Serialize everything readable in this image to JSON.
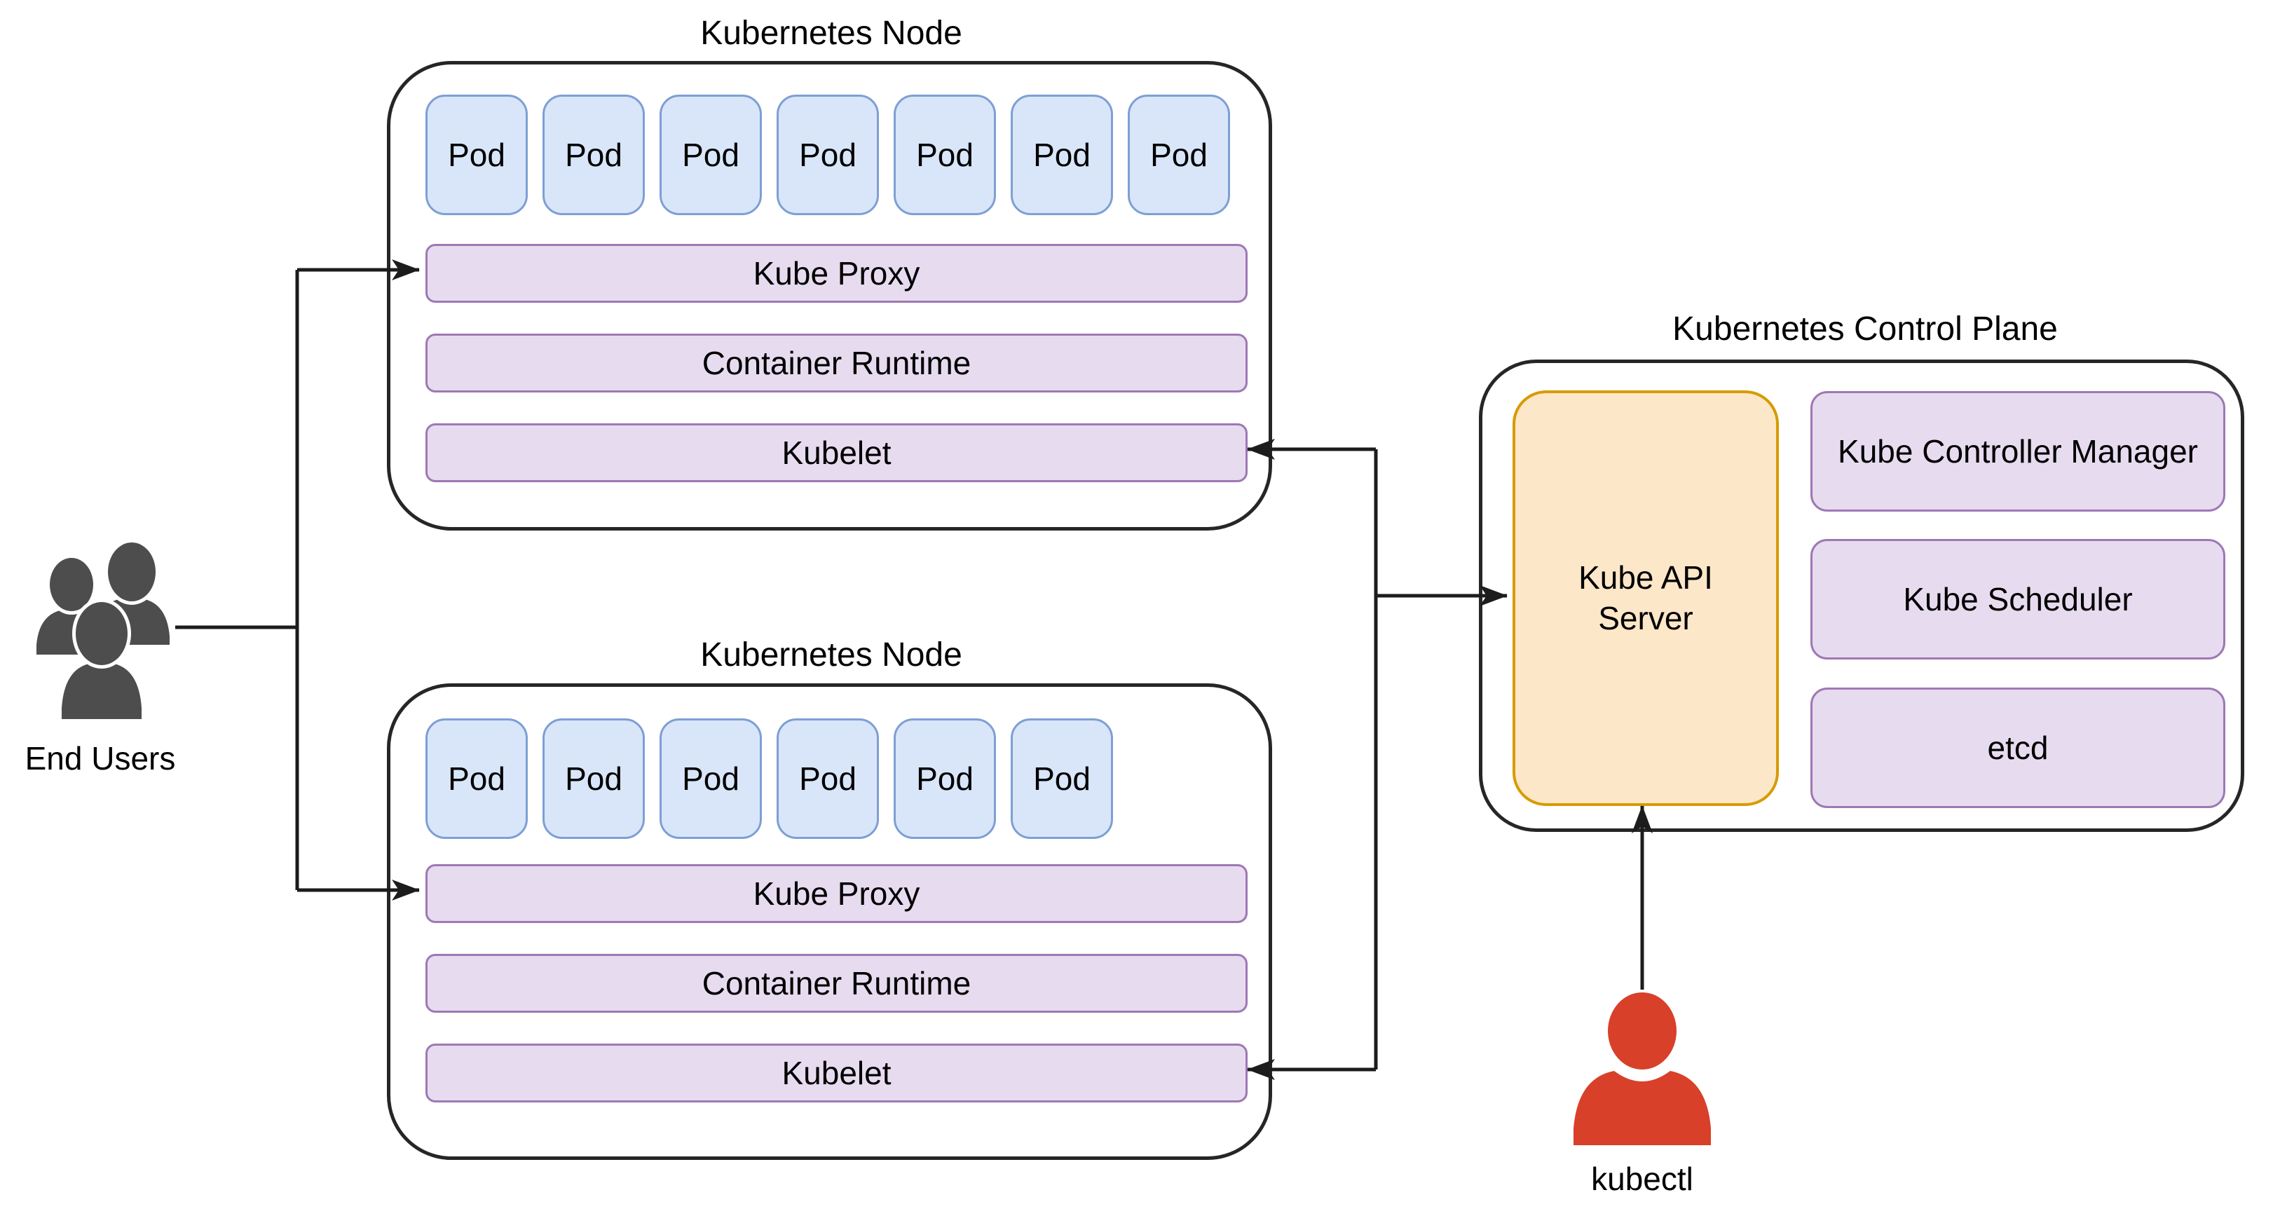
{
  "colors": {
    "line": "#1c1c1c",
    "box_stroke": "#262626",
    "pod_fill": "#d9e6f9",
    "pod_stroke": "#7e9fd4",
    "layer_fill": "#e7dcef",
    "layer_stroke": "#9e78b4",
    "api_fill": "#fde7c9",
    "api_stroke": "#d79b00",
    "users_gray": "#4d4d4d",
    "actor_red": "#d8402a"
  },
  "end_users": {
    "label": "End Users",
    "icon": "users-group-icon"
  },
  "kubectl": {
    "label": "kubectl",
    "icon": "person-icon"
  },
  "nodes": [
    {
      "title": "Kubernetes Node",
      "pod_label": "Pod",
      "pod_count": 7,
      "layers": [
        "Kube Proxy",
        "Container Runtime",
        "Kubelet"
      ]
    },
    {
      "title": "Kubernetes Node",
      "pod_label": "Pod",
      "pod_count": 6,
      "layers": [
        "Kube Proxy",
        "Container Runtime",
        "Kubelet"
      ]
    }
  ],
  "control_plane": {
    "title": "Kubernetes Control Plane",
    "api_server_label": "Kube API\nServer",
    "components": [
      "Kube Controller Manager",
      "Kube Scheduler",
      "etcd"
    ]
  }
}
